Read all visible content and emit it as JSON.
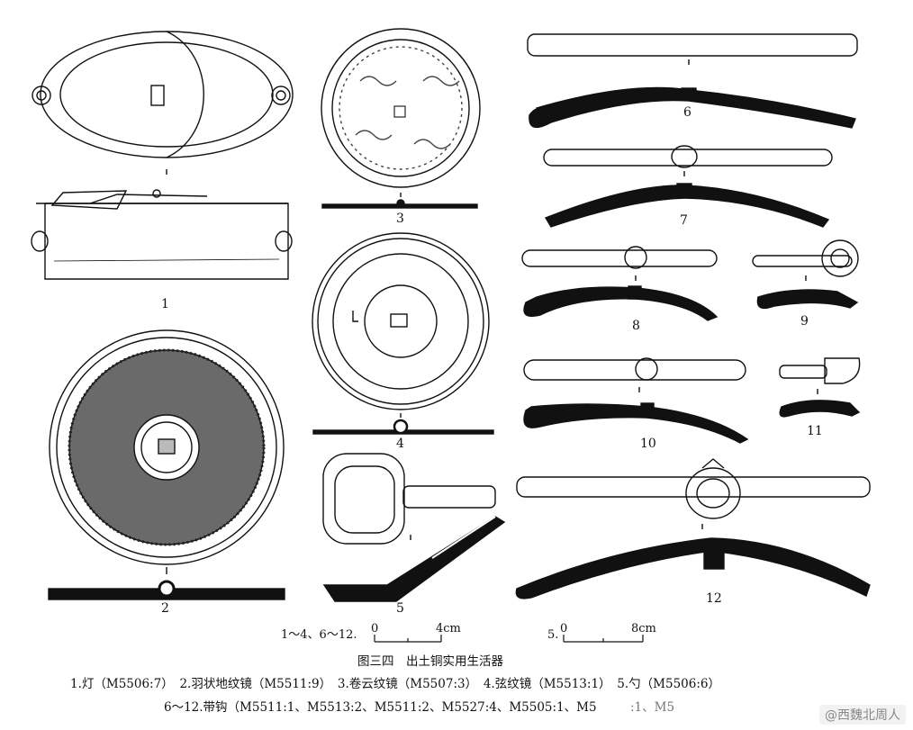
{
  "figure": {
    "labels": [
      "1",
      "2",
      "3",
      "4",
      "5",
      "6",
      "7",
      "8",
      "9",
      "10",
      "11",
      "12"
    ],
    "scale_a": {
      "range": "1～4、6～12.",
      "start": "0",
      "end": "4cm"
    },
    "scale_b": {
      "range": "5.",
      "start": "0",
      "end": "8cm"
    },
    "title": "图三四　出土铜实用生活器",
    "caption_line1": "1.灯（M5506:7）　2.羽状地纹镜（M5511:9）　3.卷云纹镜（M5507:3）　4.弦纹镜（M5513:1）　5.勺（M5506:6）",
    "caption_line2": "6～12.带钩（M5511:1、M5513:2、M5511:2、M5527:4、M5505:1、M5",
    "caption_line2_tail": ":1、M5",
    "watermark": "@西魏北周人"
  }
}
